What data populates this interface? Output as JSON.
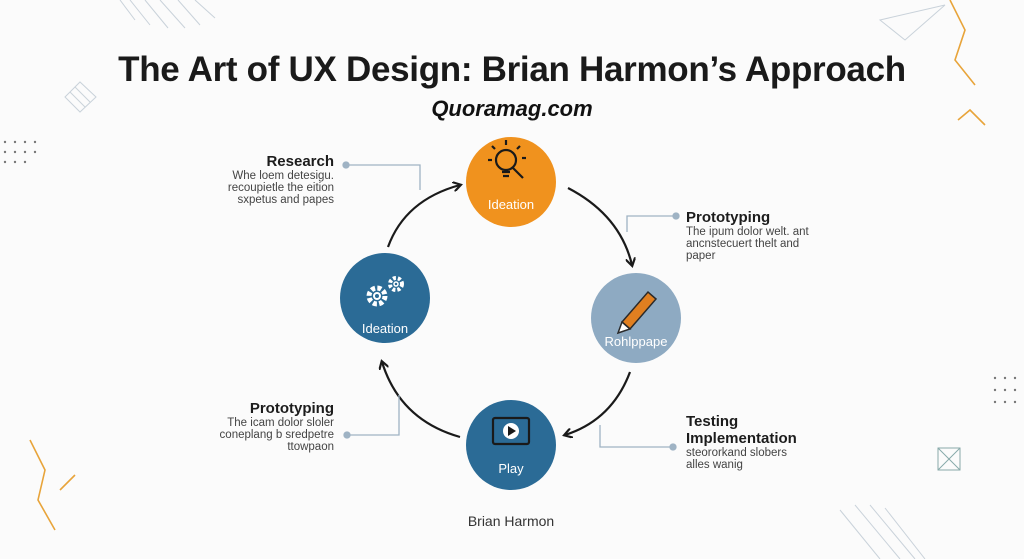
{
  "header": {
    "title": "The Art of UX Design: Brian Harmon’s Approach",
    "subtitle": "Quoramag.com"
  },
  "nodes": [
    {
      "label": "Ideation",
      "icon": "lightbulb-search-icon",
      "color": "#f0921e"
    },
    {
      "label": "Rohlppape",
      "icon": "pencil-icon",
      "color": "#8eaac2"
    },
    {
      "label": "Play",
      "icon": "play-screen-icon",
      "color": "#2b6b96"
    },
    {
      "label": "Ideation",
      "icon": "gears-icon",
      "color": "#2b6b96"
    }
  ],
  "annotations": [
    {
      "heading": "Research",
      "lines": [
        "Whe loem detesigu.",
        "recoupietle the eition",
        "sxpetus and papes"
      ]
    },
    {
      "heading": "Prototyping",
      "lines": [
        "The ipum dolor welt. ant",
        "ancnstecuert thelt  and",
        "paper"
      ]
    },
    {
      "heading": "Prototyping",
      "lines": [
        "The icam dolor sloler",
        "coneplang b sredpetre",
        "ttowpaon"
      ]
    },
    {
      "heading": "Testing",
      "heading2": "Implementation",
      "lines": [
        "steororkand slobers",
        "alles wanig"
      ]
    }
  ],
  "footer": {
    "author": "Brian Harmon"
  }
}
